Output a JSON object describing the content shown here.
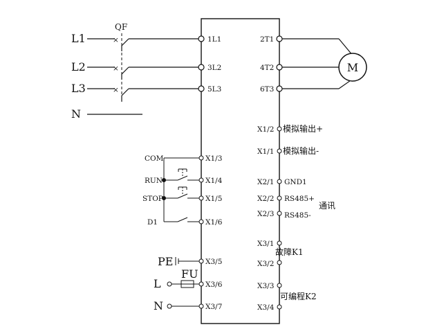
{
  "supply": {
    "l1": "L1",
    "l2": "L2",
    "l3": "L3",
    "n": "N",
    "breaker": "QF"
  },
  "device_terminals_left": {
    "t_1l1": "1L1",
    "t_3l2": "3L2",
    "t_5l3": "5L3",
    "x1_3": "X1/3",
    "x1_4": "X1/4",
    "x1_5": "X1/5",
    "x1_6": "X1/6",
    "x3_5": "X3/5",
    "x3_6": "X3/6",
    "x3_7": "X3/7"
  },
  "device_terminals_right": {
    "t_2t1": "2T1",
    "t_4t2": "4T2",
    "t_6t3": "6T3",
    "x1_2": "X1/2",
    "x1_1": "X1/1",
    "x2_1": "X2/1",
    "x2_2": "X2/2",
    "x2_3": "X2/3",
    "x3_1": "X3/1",
    "x3_2": "X3/2",
    "x3_3": "X3/3",
    "x3_4": "X3/4"
  },
  "motor": {
    "label": "M"
  },
  "control": {
    "com": "COM",
    "run": "RUN",
    "stop": "STOP",
    "d1": "D1"
  },
  "aux": {
    "pe": "PE",
    "l": "L",
    "n": "N",
    "fuse": "FU"
  },
  "signals": {
    "analog_out_pos": "模拟输出+",
    "analog_out_neg": "模拟输出-",
    "gnd1": "GND1",
    "rs485_pos": "RS485+",
    "rs485_neg": "RS485-",
    "comm": "通讯",
    "fault_k1": "故障K1",
    "programmable_k2": "可编程K2"
  }
}
